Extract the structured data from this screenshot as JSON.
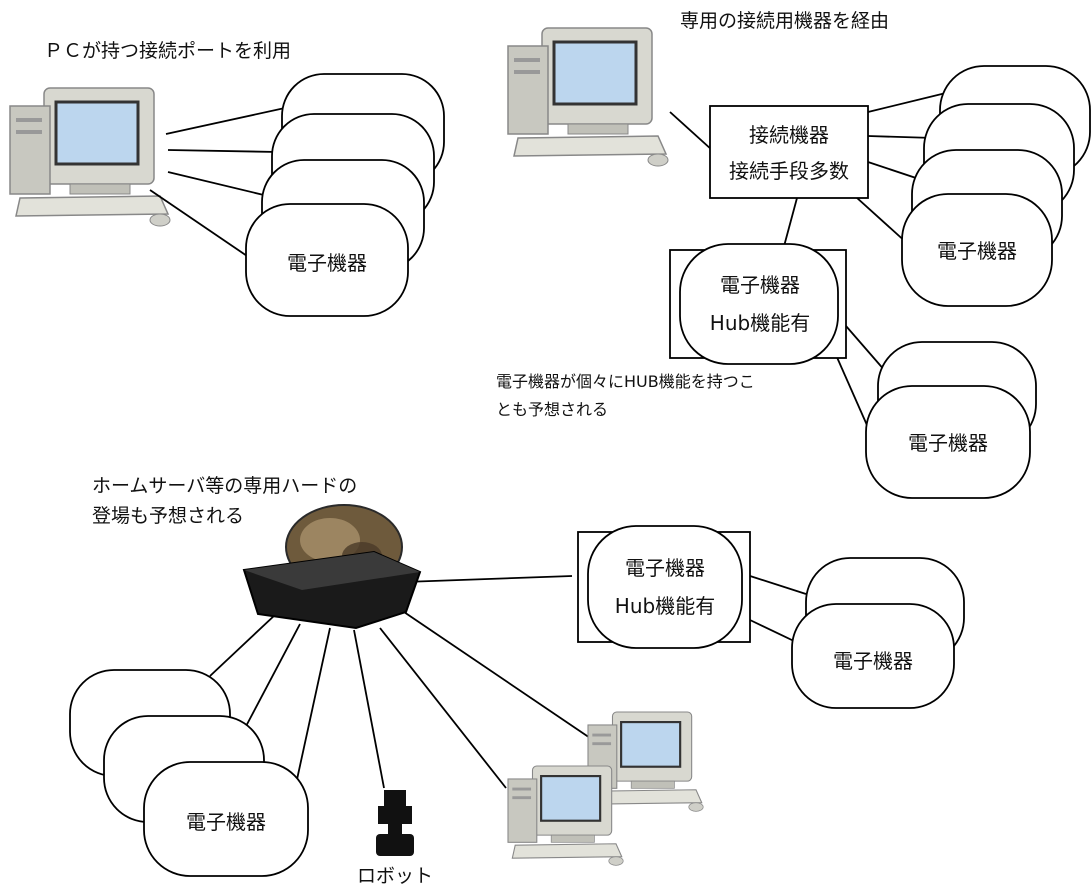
{
  "captions": {
    "pc_port": "ＰＣが持つ接続ポートを利用",
    "dedicated": "専用の接続用機器を経由",
    "hub_note_line1": "電子機器が個々にHUB機能を持つこ",
    "hub_note_line2": "とも予想される",
    "home_server_line1": "ホームサーバ等の専用ハードの",
    "home_server_line2": "登場も予想される"
  },
  "labels": {
    "device": "電子機器",
    "connector_line1": "接続機器",
    "connector_line2": "接続手段多数",
    "hub_line1": "電子機器",
    "hub_line2": "Hub機能有",
    "robot": "ロボット"
  },
  "colors": {
    "line": "#000000",
    "screen": "#bcd6ee",
    "pc_body": "#d8d8d0",
    "server_box": "#1a1a1a"
  }
}
